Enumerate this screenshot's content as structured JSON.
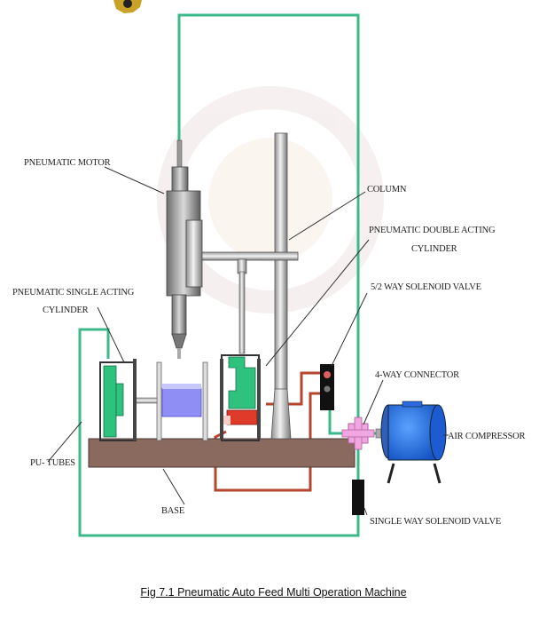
{
  "labels": {
    "pneumatic_motor": "PNEUMATIC MOTOR",
    "column": "COLUMN",
    "double_acting_1": "PNEUMATIC DOUBLE ACTING",
    "double_acting_2": "CYLINDER",
    "solenoid_52": "5/2 WAY SOLENOID VALVE",
    "single_acting_1": "PNEUMATIC SINGLE ACTING",
    "single_acting_2": "CYLINDER",
    "connector": "4-WAY CONNECTOR",
    "air_compressor": "AIR COMPRESSOR",
    "pu_tubes": "PU- TUBES",
    "base": "BASE",
    "single_way_valve": "SINGLE WAY SOLENOID VALVE"
  },
  "caption": "Fig 7.1 Pneumatic Auto Feed Multi Operation Machine",
  "colors": {
    "tube_green": "#3cb88a",
    "tube_red": "#b5452c",
    "cylinder_green": "#2ec27e",
    "base_brown": "#8a6a5f",
    "compressor_blue": "#1f6fe0",
    "workpiece_blue": "#8e8ef5",
    "connector_pink": "#f0a6e0"
  }
}
